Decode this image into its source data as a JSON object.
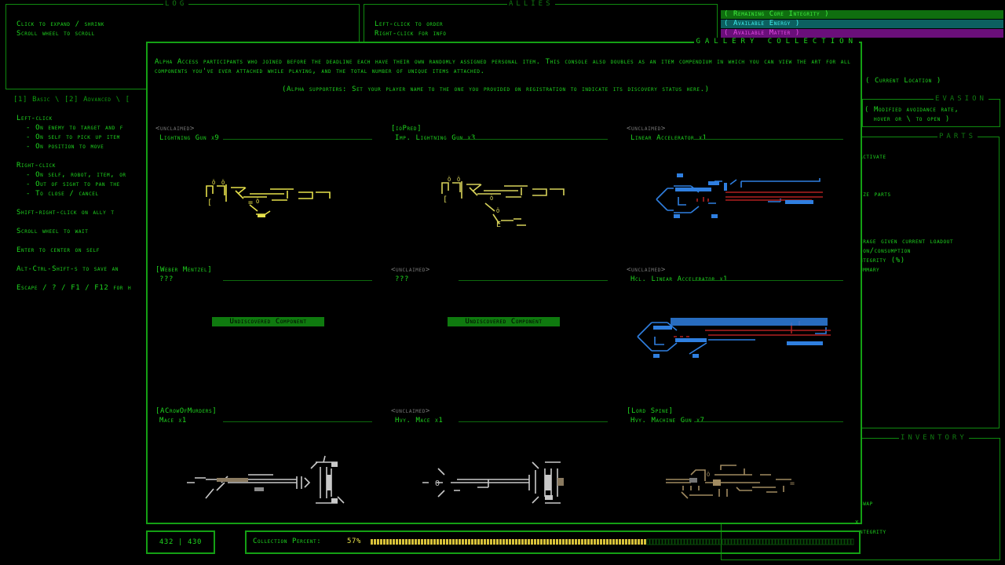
{
  "log": {
    "title": "LOG",
    "lines": [
      "Click to expand / shrink",
      "Scroll wheel to scroll"
    ]
  },
  "allies": {
    "title": "ALLIES",
    "lines": [
      "Left-click to order",
      "Right-click for info"
    ]
  },
  "status": {
    "core": "( Remaining Core Integrity )",
    "energy": "( Available Energy )",
    "matter": "( Available Matter )",
    "location": "( Current Location )"
  },
  "evasion": {
    "title": "EVASION",
    "lines": [
      "( Modified avoidance rate,",
      "  hover or \\ to open )"
    ]
  },
  "parts": {
    "title": "PARTS",
    "lines": [
      "activate",
      "ize parts",
      "",
      "",
      "erage given current loadout",
      "ion/consumption",
      "ntegrity (%)",
      "ummary"
    ]
  },
  "inventory": {
    "title": "INVENTORY",
    "lines": [
      "swap",
      "",
      "",
      "ntegrity"
    ]
  },
  "help": {
    "tabs": "[1] Basic \\ [2] Advanced \\ [",
    "lines": [
      "Left-click",
      "  - On enemy to target and f",
      "  - On self to pick up item",
      "  - On position to move",
      "",
      "Right-click",
      "  - On self, robot, item, or",
      "  - Out of sight to pan the",
      "  - To close / cancel",
      "",
      "Shift-right-click on ally t",
      "",
      "Scroll wheel to wait",
      "",
      "Enter to center on self",
      "",
      "Alt-Ctrl-Shift-s to save an",
      "",
      "Escape / ? / F1 / F12 for h"
    ]
  },
  "gallery": {
    "title": "GALLERY COLLECTION",
    "intro": "Alpha Access participants who joined before the deadline each have their own randomly assigned personal item. This console also doubles as an item compendium in which you can view the art for all components you've ever attached while playing, and the total number of unique items attached.",
    "intro2": "(Alpha supporters: Set your player name to the one you provided on registration to indicate its discovery status here.)",
    "close": "x",
    "items": [
      {
        "owner": "<unclaimed>",
        "name": "Lightning Gun x9",
        "claimed": false,
        "art": "lightning",
        "color": "#e6e04a"
      },
      {
        "owner": "[ioPred]",
        "name": "Imp. Lightning Gun x3",
        "claimed": true,
        "art": "implightning",
        "color": "#d8d35a"
      },
      {
        "owner": "<unclaimed>",
        "name": "Linear Accelerator x1",
        "claimed": false,
        "art": "linear",
        "color": "#2f7fe0"
      },
      {
        "owner": "[Weber Mentzel]",
        "name": "???",
        "claimed": true,
        "art": "undiscovered",
        "color": "#1fd61f"
      },
      {
        "owner": "<unclaimed>",
        "name": "???",
        "claimed": false,
        "art": "undiscovered",
        "color": "#1fd61f"
      },
      {
        "owner": "<unclaimed>",
        "name": "Hcl. Linear Accelerator x1",
        "claimed": false,
        "art": "hcllinear",
        "color": "#2f7fe0"
      },
      {
        "owner": "[ACrowOfMurders]",
        "name": "Mace x1",
        "claimed": true,
        "art": "mace",
        "color": "#c9c9c9"
      },
      {
        "owner": "<unclaimed>",
        "name": "Hvy. Mace x1",
        "claimed": false,
        "art": "hvymace",
        "color": "#c9c9c9"
      },
      {
        "owner": "[Lord Spine]",
        "name": "Hvy. Machine Gun x7",
        "claimed": true,
        "art": "hmg",
        "color": "#a08a60"
      }
    ],
    "undiscovered_label": "Undiscovered Component"
  },
  "footer": {
    "count": "432 | 430",
    "pct_label": "Collection Percent:",
    "pct_value": "57%",
    "pct_fraction": 0.57
  }
}
